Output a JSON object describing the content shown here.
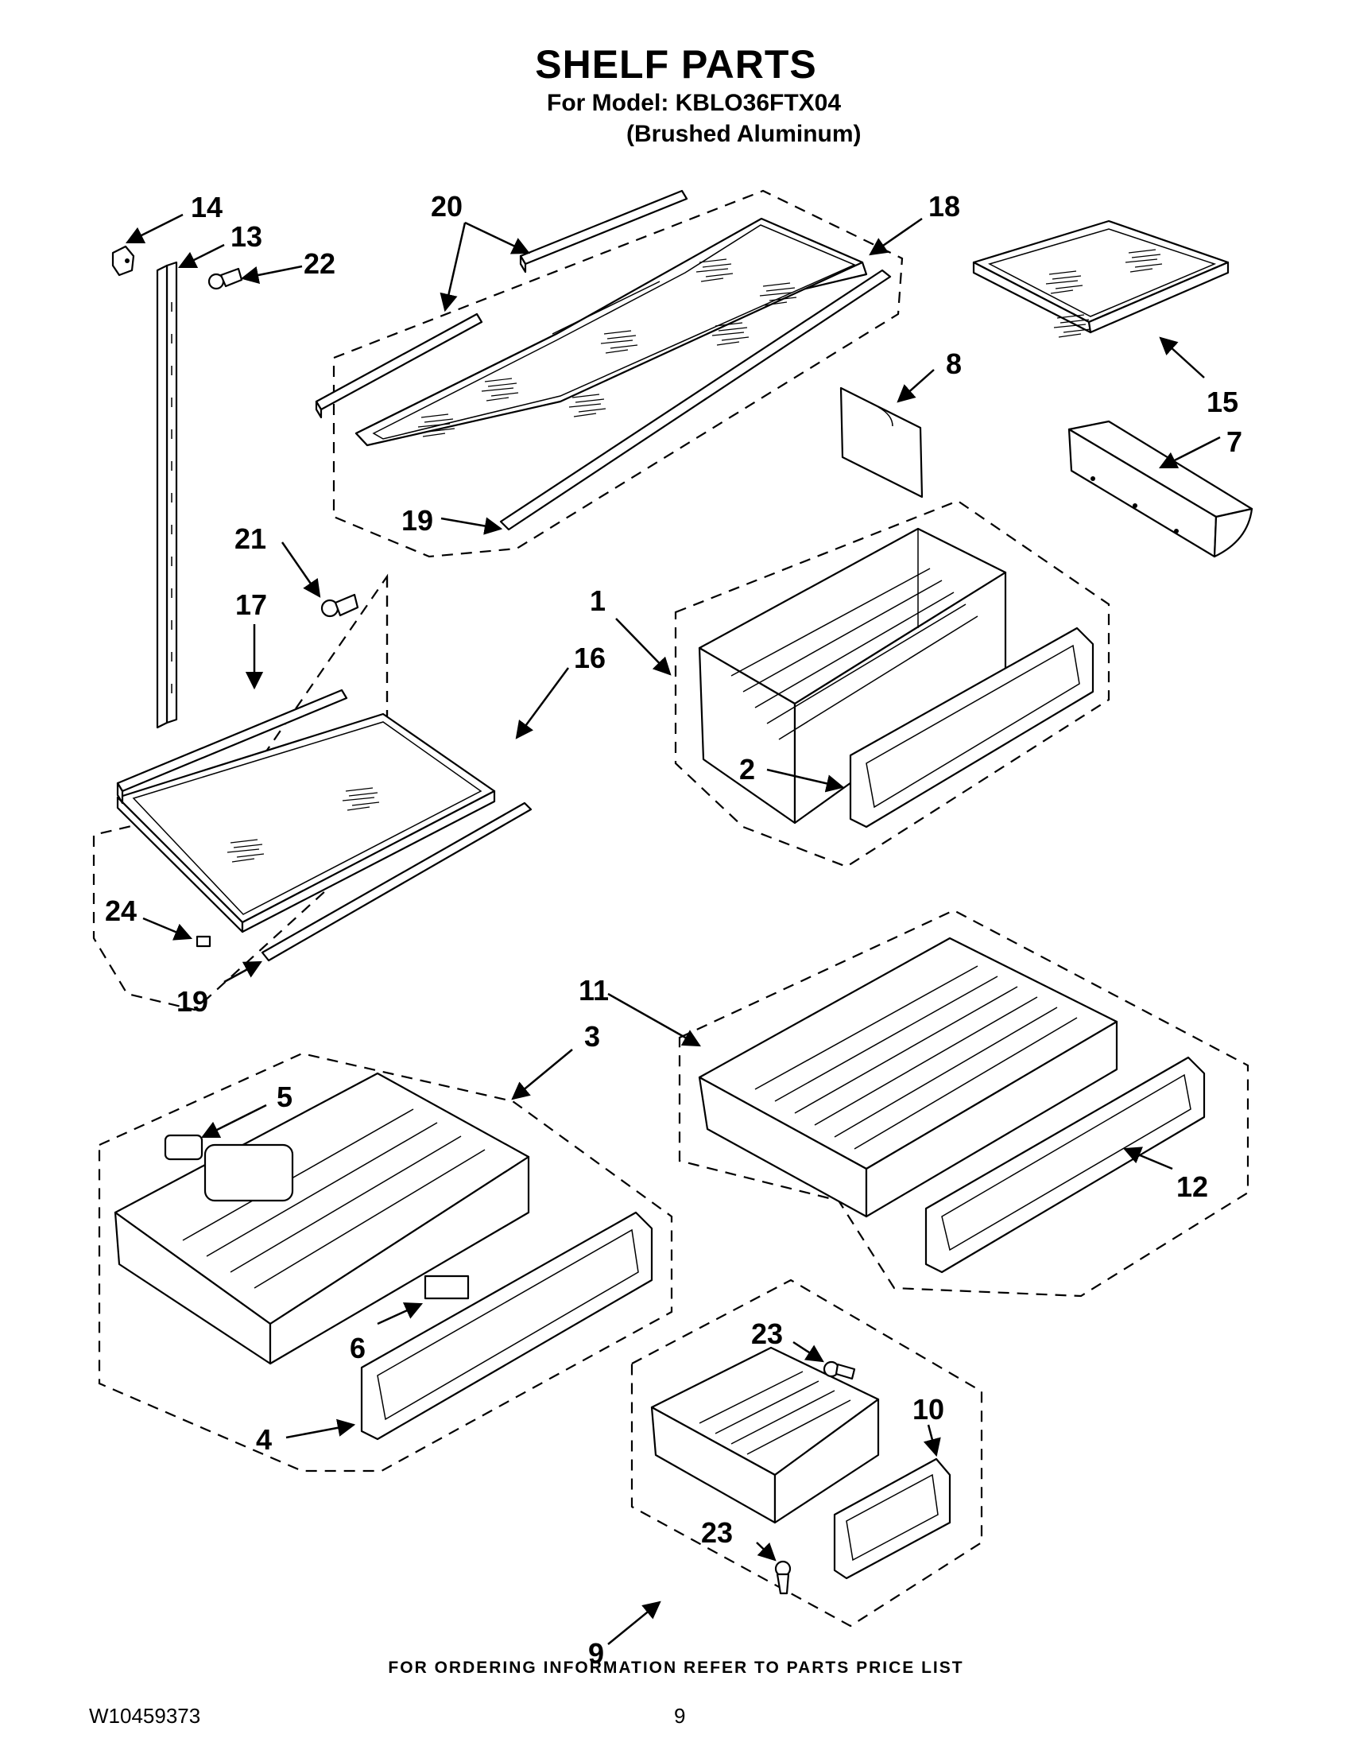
{
  "header": {
    "title": "SHELF PARTS",
    "model_line": "For Model: KBLO36FTX04",
    "finish_line": "(Brushed Aluminum)"
  },
  "footer": {
    "ordering_note": "FOR ORDERING INFORMATION REFER TO PARTS PRICE LIST",
    "document_number": "W10459373",
    "page_number": "9"
  },
  "callouts": {
    "c14": "14",
    "c13": "13",
    "c22": "22",
    "c20": "20",
    "c18": "18",
    "c8": "8",
    "c15": "15",
    "c7": "7",
    "c19a": "19",
    "c21": "21",
    "c17": "17",
    "c16": "16",
    "c1": "1",
    "c2": "2",
    "c24": "24",
    "c19b": "19",
    "c11": "11",
    "c3": "3",
    "c5": "5",
    "c12": "12",
    "c6": "6",
    "c23a": "23",
    "c10": "10",
    "c4": "4",
    "c23b": "23",
    "c9": "9"
  }
}
